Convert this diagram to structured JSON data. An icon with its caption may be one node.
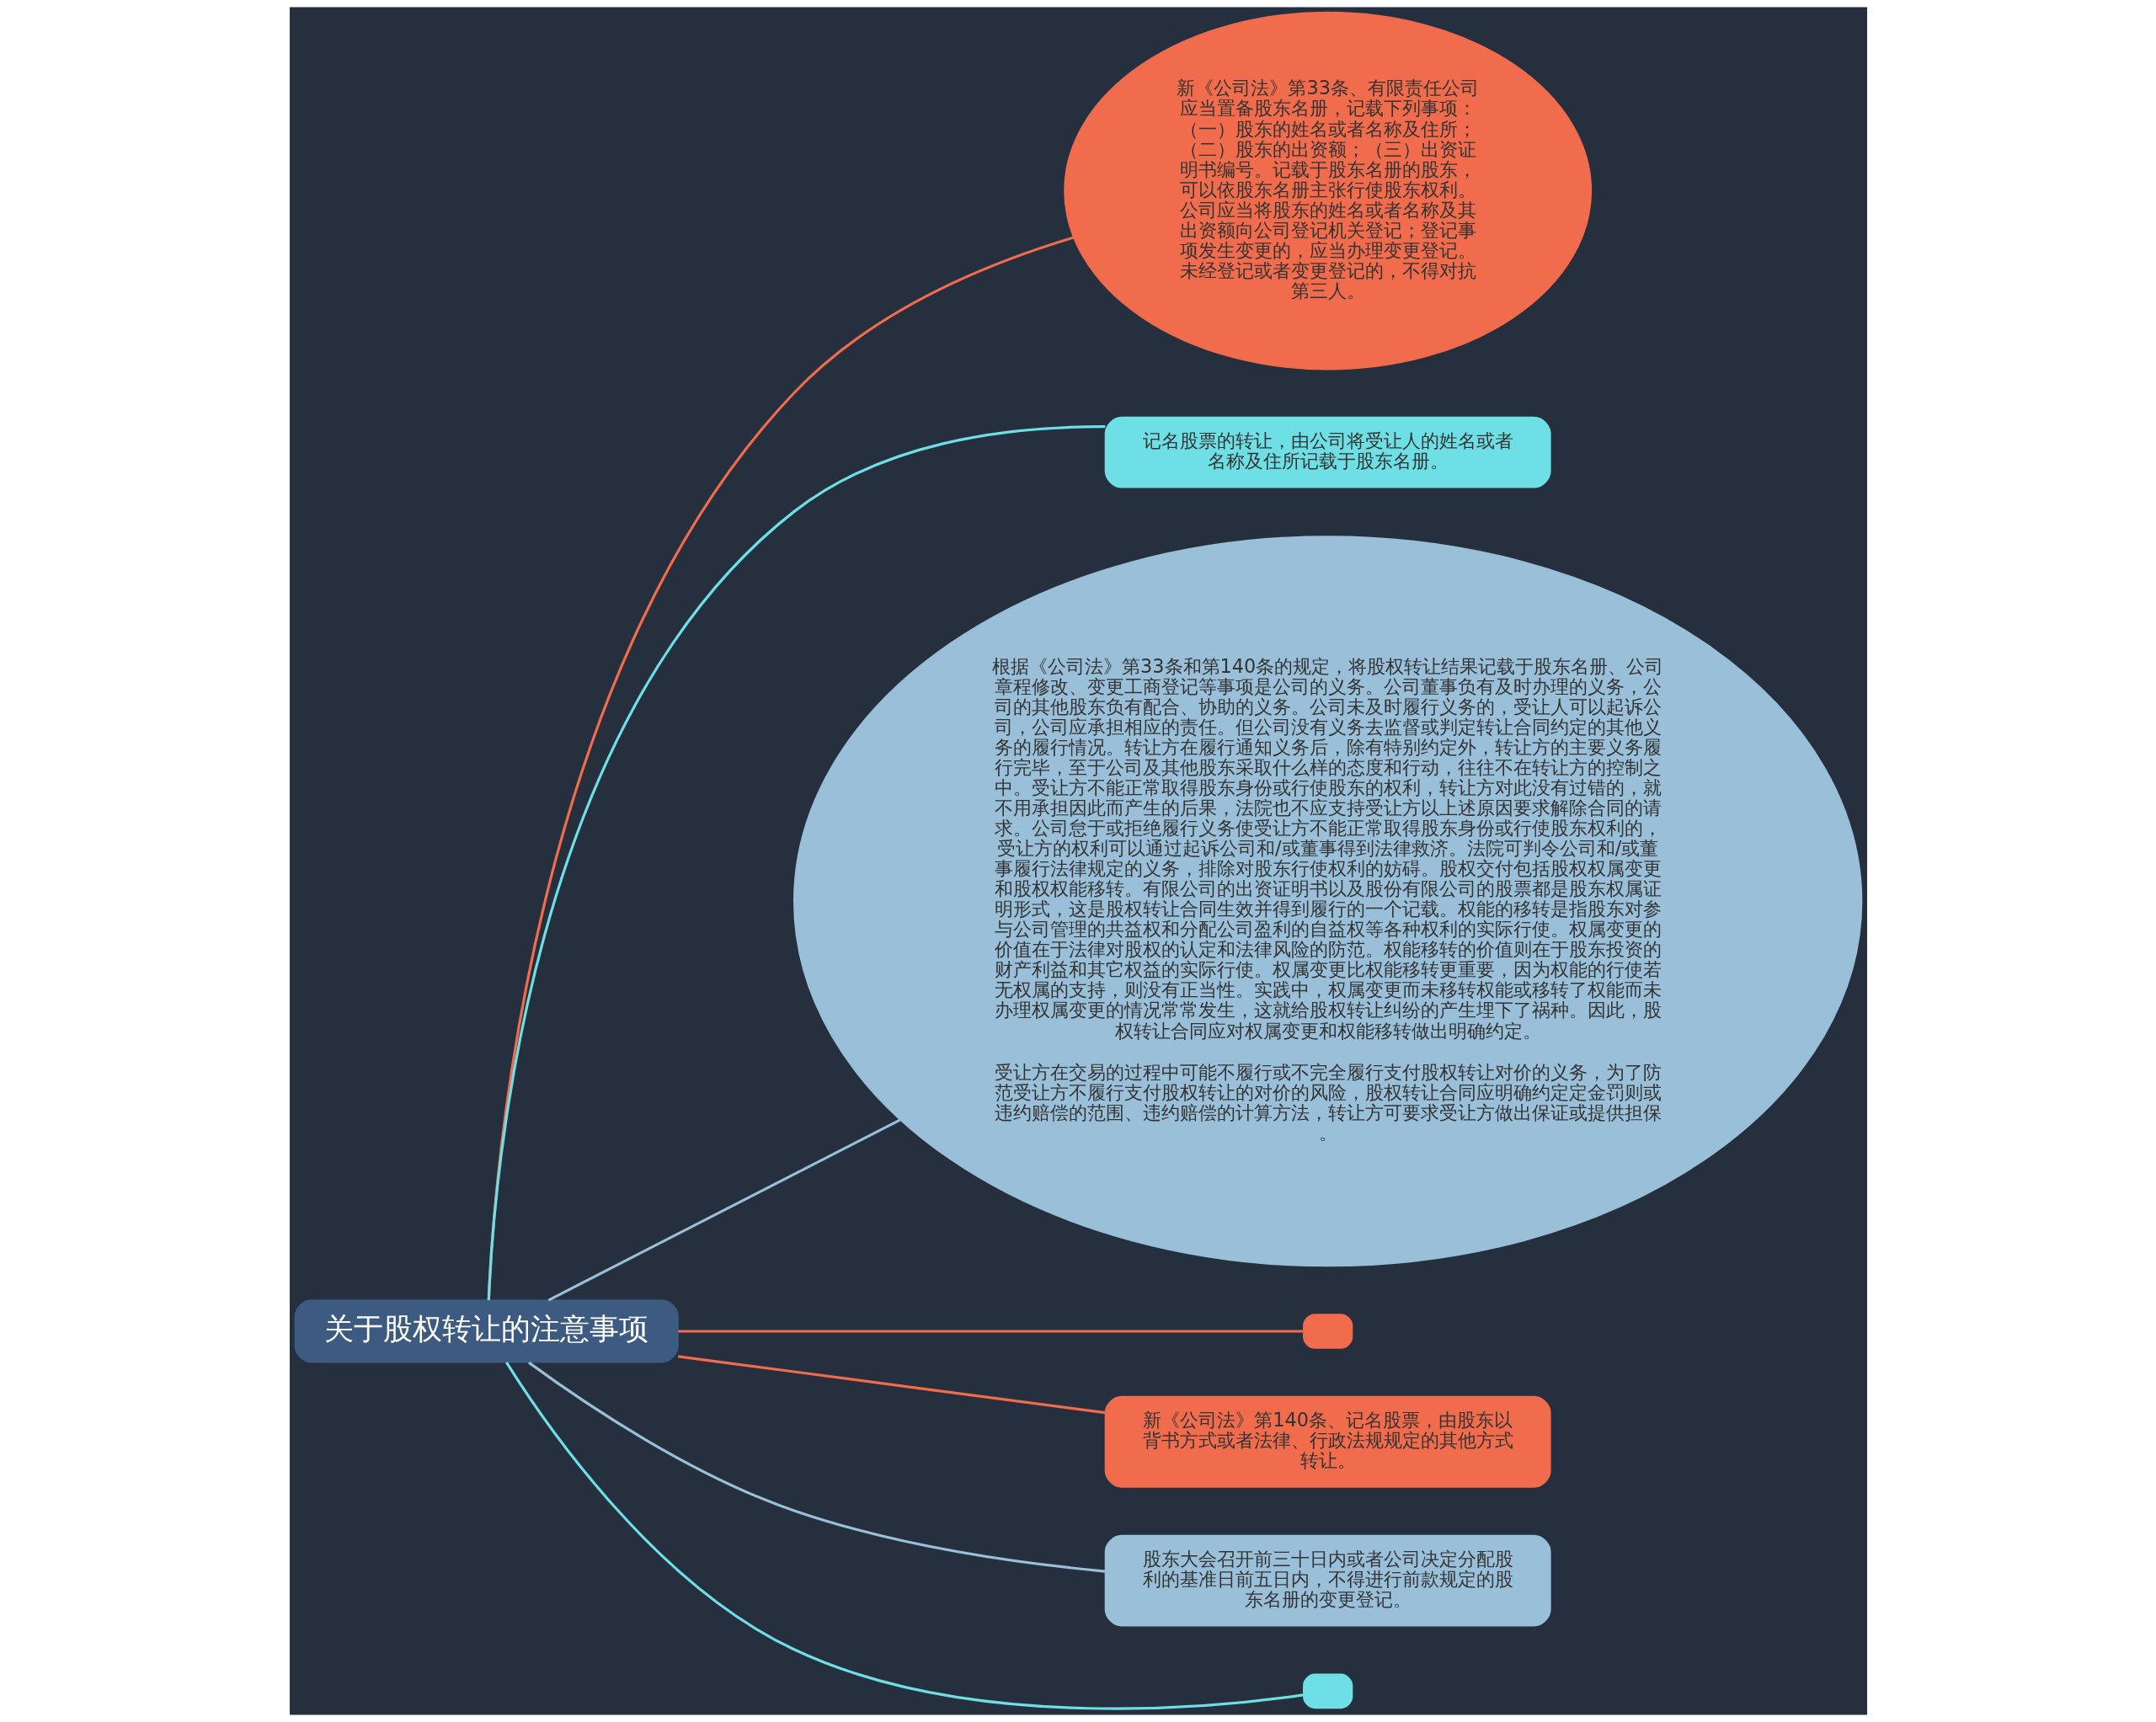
{
  "diagram": {
    "nodes": [
      {
        "text": [
          "关于股权转让的注意事项"
        ]
      },
      {
        "text": [
          "新《公司法》第33条、有限责任公司应当置备股东名册，记载下列事项：（一）股东的姓名或者名称及住所；（二）股东的出资额；（三）出资证明书编号。记载于股东名册的股东，可以依股东名册主张行使股东权利。公司应当将股东的姓名或者名称及其出资额向公司登记机关登记；登记事项发生变更的，应当办理变更登记。未经登记或者变更登记的，不得对抗第三人。"
        ]
      },
      {
        "text": [
          "记名股票的转让，由公司将受让人的姓名或者名称及住所记载于股东名册。"
        ]
      },
      {
        "text": [
          "根据《公司法》第33条和第140条的规定，将股权转让结果记载于股东名册、公司章程修改、变更工商登记等事项是公司的义务。公司董事负有及时办理的义务，公司的其他股东负有配合、协助的义务。公司未及时履行义务的，受让人可以起诉公司，公司应承担相应的责任。但公司没有义务去监督或判定转让合同约定的其他义务的履行情况。转让方在履行通知义务后，除有特别约定外，转让方的主要义务履行完毕，至于公司及其他股东采取什么样的态度和行动，往往不在转让方的控制之中。受让方不能正常取得股东身份或行使股东的权利，转让方对此没有过错的，就不用承担因此而产生的后果，法院也不应支持受让方以上述原因要求解除合同的请求。公司怠于或拒绝履行义务使受让方不能正常取得股东身份或行使股东权利的，受让方的权利可以通过起诉公司和/或董事得到法律救济。法院可判令公司和/或董事履行法律规定的义务，排除对股东行使权利的妨碍。股权交付包括股权权属变更和股权权能移转。有限公司的出资证明书以及股份有限公司的股票都是股东权属证明形式，这是股权转让合同生效并得到履行的一个记载。权能的移转是指股东对参与公司管理的共益权和分配公司盈利的自益权等各种权利的实际行使。权属变更的价值在于法律对股权的认定和法律风险的防范。权能移转的价值则在于股东投资的财产利益和其它权益的实际行使。权属变更比权能移转更重要，因为权能的行使若无权属的支持，则没有正当性。实践中，权属变更而未移转权能或移转了权能而未办理权属变更的情况常常发生，这就给股权转让纠纷的产生埋下了祸种。因此，股权转让合同应对权属变更和权能移转做出明确约定。",
          "受让方在交易的过程中可能不履行或不完全履行支付股权转让对价的义务，为了防范受让方不履行支付股权转让的对价的风险，股权转让合同应明确约定定金罚则或违约赔偿的范围、违约赔偿的计算方法，转让方可要求受让方做出保证或提供担保。"
        ]
      },
      {
        "text": [],
        "shape": "box"
      },
      {
        "text": [
          "新《公司法》第140条、记名股票，由股东以背书方式或者法律、行政法规规定的其他方式转让。"
        ]
      },
      {
        "text": [
          "股东大会召开前三十日内或者公司决定分配股利的基准日前五日内，不得进行前款规定的股东名册的变更登记。"
        ]
      },
      {
        "text": [],
        "shape": "box"
      }
    ],
    "edges": [
      {
        "from": 0,
        "to": 1,
        "arrow": "none"
      },
      {
        "from": 0,
        "to": 2,
        "arrow": "none",
        "color": "#6ddfe5"
      },
      {
        "from": 0,
        "to": 3,
        "arrow": "none",
        "color": "#99bfd9"
      },
      {
        "from": 0,
        "to": 4,
        "arrow": "none"
      },
      {
        "from": 0,
        "to": 5,
        "arrow": "none"
      },
      {
        "from": 0,
        "to": 6,
        "arrow": "none",
        "color": "#99bfd9"
      },
      {
        "from": 0,
        "to": 7,
        "arrow": "none",
        "color": "#6ddfe5"
      }
    ]
  }
}
